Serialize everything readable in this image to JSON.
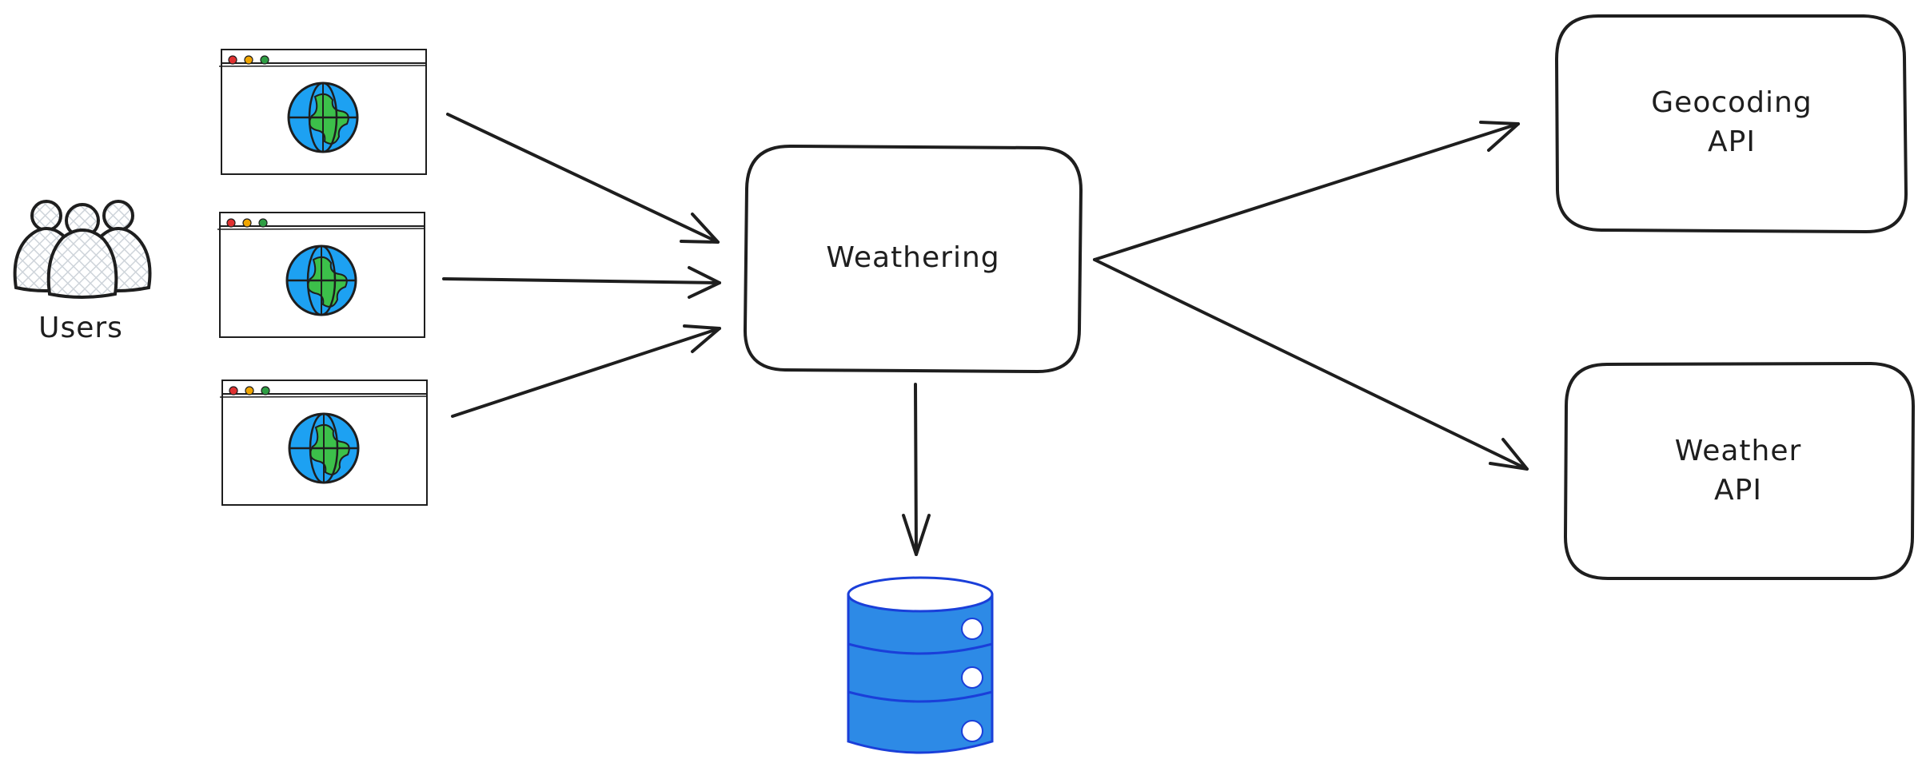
{
  "nodes": {
    "users": {
      "label": "Users"
    },
    "weathering": {
      "label": "Weathering"
    },
    "geocoding_api": {
      "line1": "Geocoding",
      "line2": "API"
    },
    "weather_api": {
      "line1": "Weather",
      "line2": "API"
    }
  },
  "icons": {
    "users": "users-group-icon",
    "browser": "browser-window-icon",
    "globe": "globe-icon",
    "database": "database-icon"
  },
  "colors": {
    "stroke": "#1e1e1e",
    "database_fill": "#2d8ae6",
    "database_outline": "#1a3fd9",
    "globe_ocean": "#1da1f2",
    "globe_land": "#3cc04a",
    "dot_red": "#e03131",
    "dot_yellow": "#f0a500",
    "dot_green": "#2f9e44",
    "users_fill": "#ced4da"
  }
}
